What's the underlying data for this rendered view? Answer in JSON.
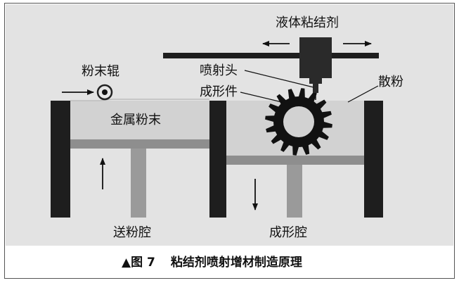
{
  "labels": {
    "binder": "液体粘结剂",
    "roller": "粉末辊",
    "nozzle": "喷射头",
    "part": "成形件",
    "scatter": "散粉",
    "metal_powder": "金属粉末",
    "feed_chamber": "送粉腔",
    "build_chamber": "成形腔"
  },
  "caption": {
    "marker": "▲",
    "figure": "图 7",
    "title": "粘结剂喷射增材制造原理"
  },
  "colors": {
    "background": "#e3e3e3",
    "powder": "#d2d2d2",
    "wall": "#1e1e1e",
    "piston": "#8e8e8e",
    "part": "#111111"
  }
}
